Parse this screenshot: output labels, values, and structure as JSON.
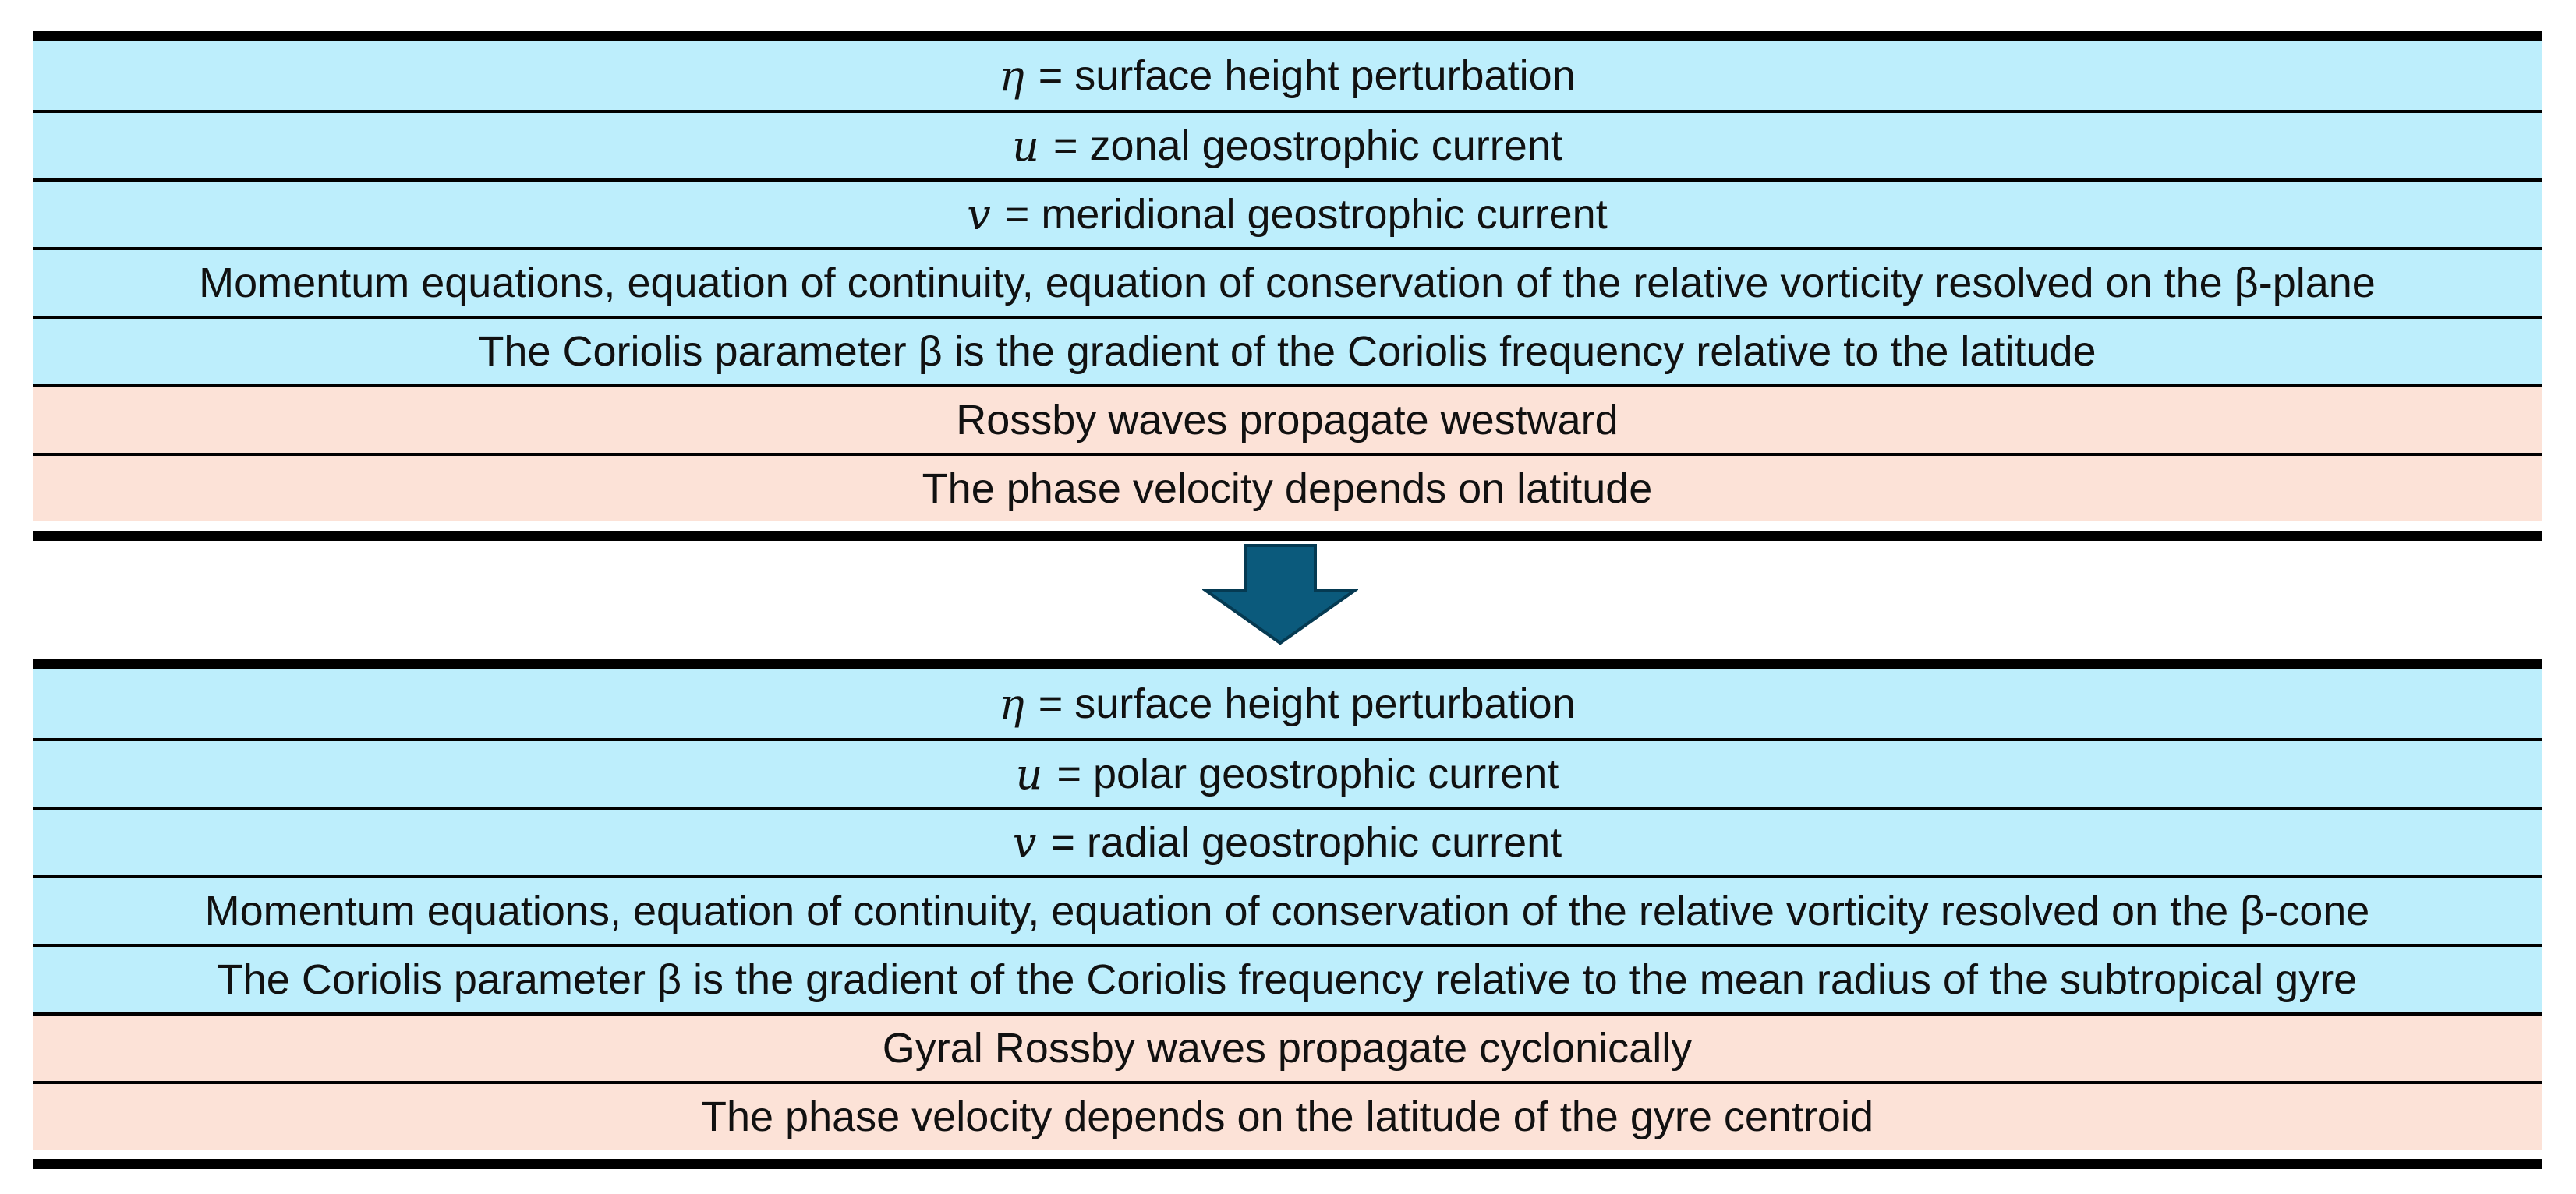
{
  "colors": {
    "definition_row": "#bdeefc",
    "result_row": "#fce2d7",
    "border": "#000000",
    "arrow_fill": "#0b5a7c",
    "arrow_stroke": "#053a52"
  },
  "arrow_icon": "down-arrow-icon",
  "top_table": {
    "rows": [
      {
        "symbol": "η",
        "text": " = surface height perturbation"
      },
      {
        "symbol": "u",
        "text": "= zonal geostrophic current"
      },
      {
        "symbol": "v",
        "text": " = meridional geostrophic current"
      },
      {
        "symbol": "",
        "text": "Momentum equations, equation of continuity, equation of conservation of the relative vorticity resolved on the β-plane"
      },
      {
        "symbol": "",
        "text": "The Coriolis parameter β is the gradient of the Coriolis frequency relative to the latitude"
      },
      {
        "symbol": "",
        "text": "Rossby waves propagate westward"
      },
      {
        "symbol": "",
        "text": "The phase velocity depends on latitude"
      }
    ]
  },
  "bottom_table": {
    "rows": [
      {
        "symbol": "η",
        "text": " = surface height perturbation"
      },
      {
        "symbol": "u",
        "text": "= polar geostrophic current"
      },
      {
        "symbol": "v",
        "text": " = radial geostrophic current"
      },
      {
        "symbol": "",
        "text": "Momentum equations, equation of continuity, equation of conservation of the relative vorticity resolved on the β-cone"
      },
      {
        "symbol": "",
        "text": "The Coriolis parameter β is the gradient of the Coriolis frequency relative to the mean radius of the subtropical gyre"
      },
      {
        "symbol": "",
        "text": "Gyral Rossby waves propagate cyclonically"
      },
      {
        "symbol": "",
        "text": "The phase velocity depends on the latitude of the gyre centroid"
      }
    ]
  }
}
